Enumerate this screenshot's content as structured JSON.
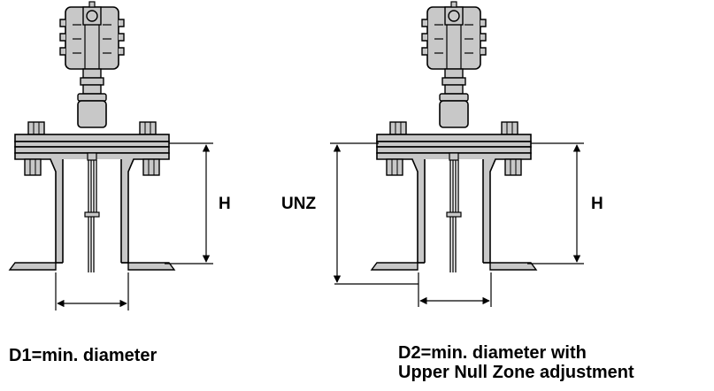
{
  "labels": {
    "left_height": "H",
    "right_unz": "UNZ",
    "right_height": "H"
  },
  "captions": {
    "left": "D1=min. diameter",
    "right_line1": "D2=min. diameter with",
    "right_line2": "Upper Null Zone adjustment"
  },
  "colors": {
    "fill": "#c8c8c8",
    "stroke": "#000000",
    "background": "#ffffff"
  }
}
